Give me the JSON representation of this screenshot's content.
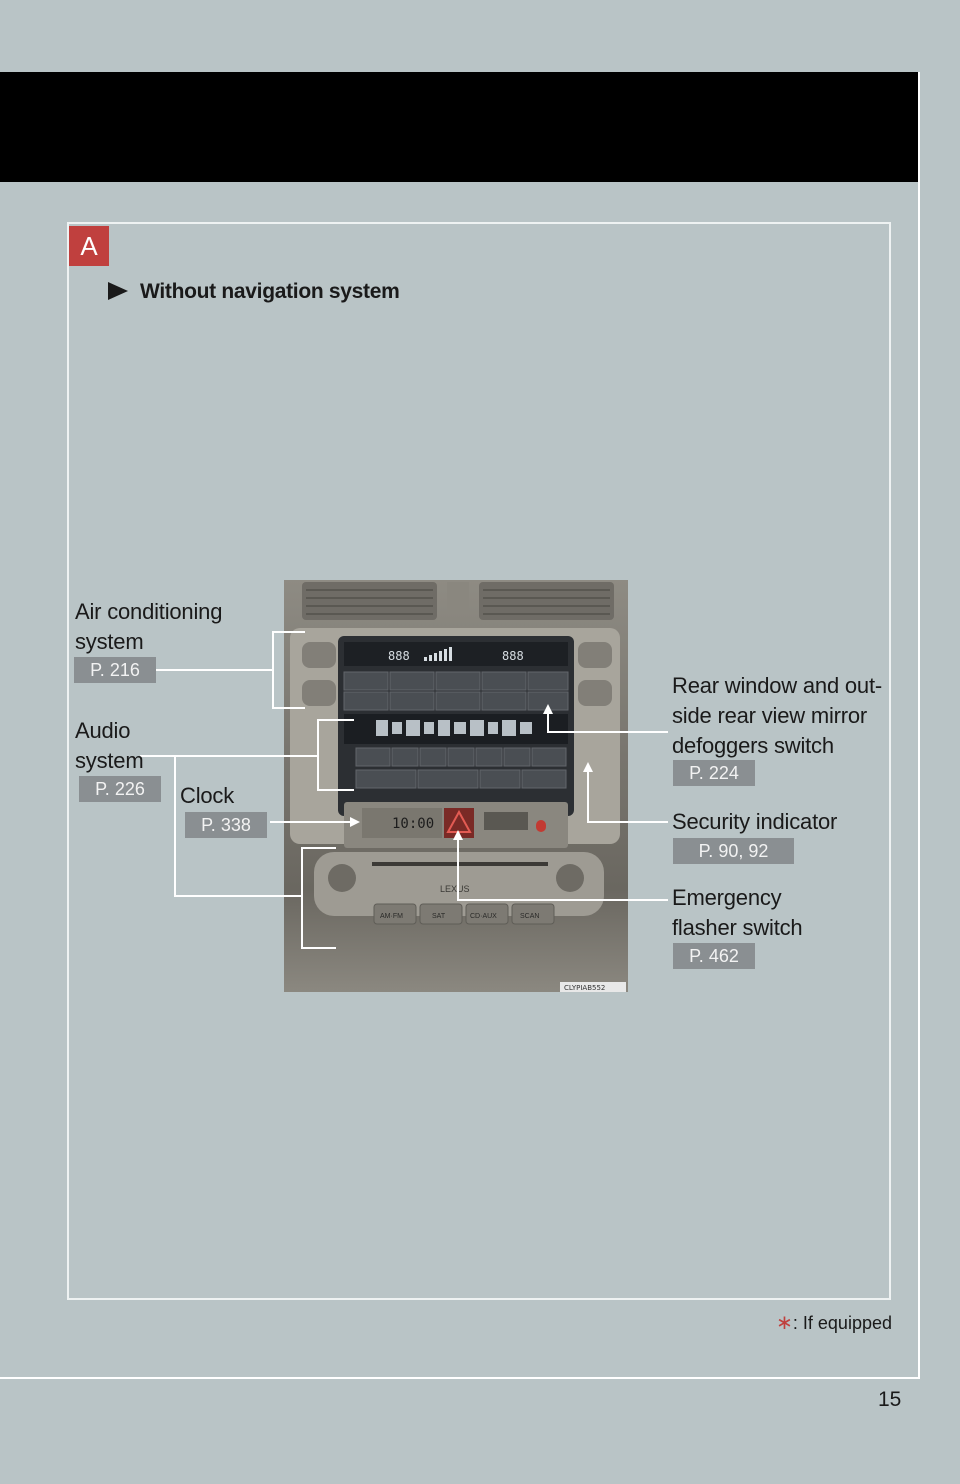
{
  "section": {
    "badge": "A",
    "subheading": "Without navigation system"
  },
  "callouts": {
    "air_conditioning": {
      "line1": "Air conditioning",
      "line2": "system",
      "ref": "P. 216"
    },
    "audio": {
      "line1": "Audio",
      "line2": "system",
      "ref": "P. 226"
    },
    "clock": {
      "line1": "Clock",
      "ref": "P. 338"
    },
    "rear_window": {
      "line1": "Rear window and out-",
      "line2": "side rear view mirror",
      "line3": "defoggers switch",
      "ref": "P. 224"
    },
    "security": {
      "line1": "Security indicator",
      "ref": "P. 90, 92"
    },
    "emergency": {
      "line1": "Emergency",
      "line2": "flasher switch",
      "ref": "P. 462"
    }
  },
  "photo": {
    "display_left": "888",
    "display_right": "888",
    "clock_display": "10:00",
    "brand": "LEXUS",
    "image_code": "CLYPIAB552",
    "buttons_row": [
      "AM·FM",
      "SAT",
      "CD·AUX",
      "SCAN"
    ]
  },
  "footnote": {
    "star": "∗",
    "text": ": If equipped"
  },
  "page_number": "15",
  "colors": {
    "accent": "#c0403e",
    "background": "#b9c4c6",
    "ref_badge": "#8a8f92"
  }
}
